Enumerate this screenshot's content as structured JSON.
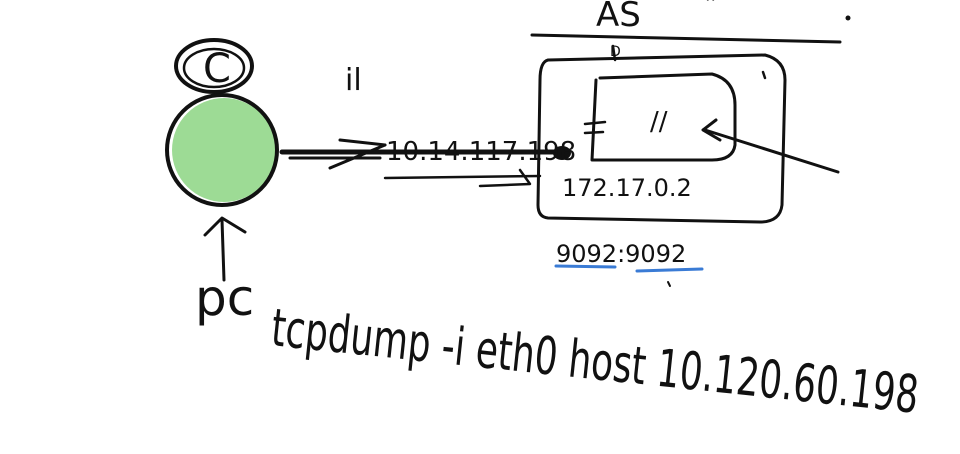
{
  "whiteboard": {
    "server_label": "AS",
    "pc_ip": "10.14.117.198",
    "container_ip": "172.17.0.2",
    "port_mapping": "9092:9092",
    "pc_label": "pc",
    "command": "tcpdump -i eth0  host 10.120.60.198",
    "pc_node_letter": "C",
    "marks": {
      "pair_left": "il",
      "pair_inner": "//",
      "top_right": "''"
    }
  },
  "colors": {
    "ink": "#111111",
    "pc_fill": "#7ccf72",
    "underline": "#3a7bd5"
  }
}
